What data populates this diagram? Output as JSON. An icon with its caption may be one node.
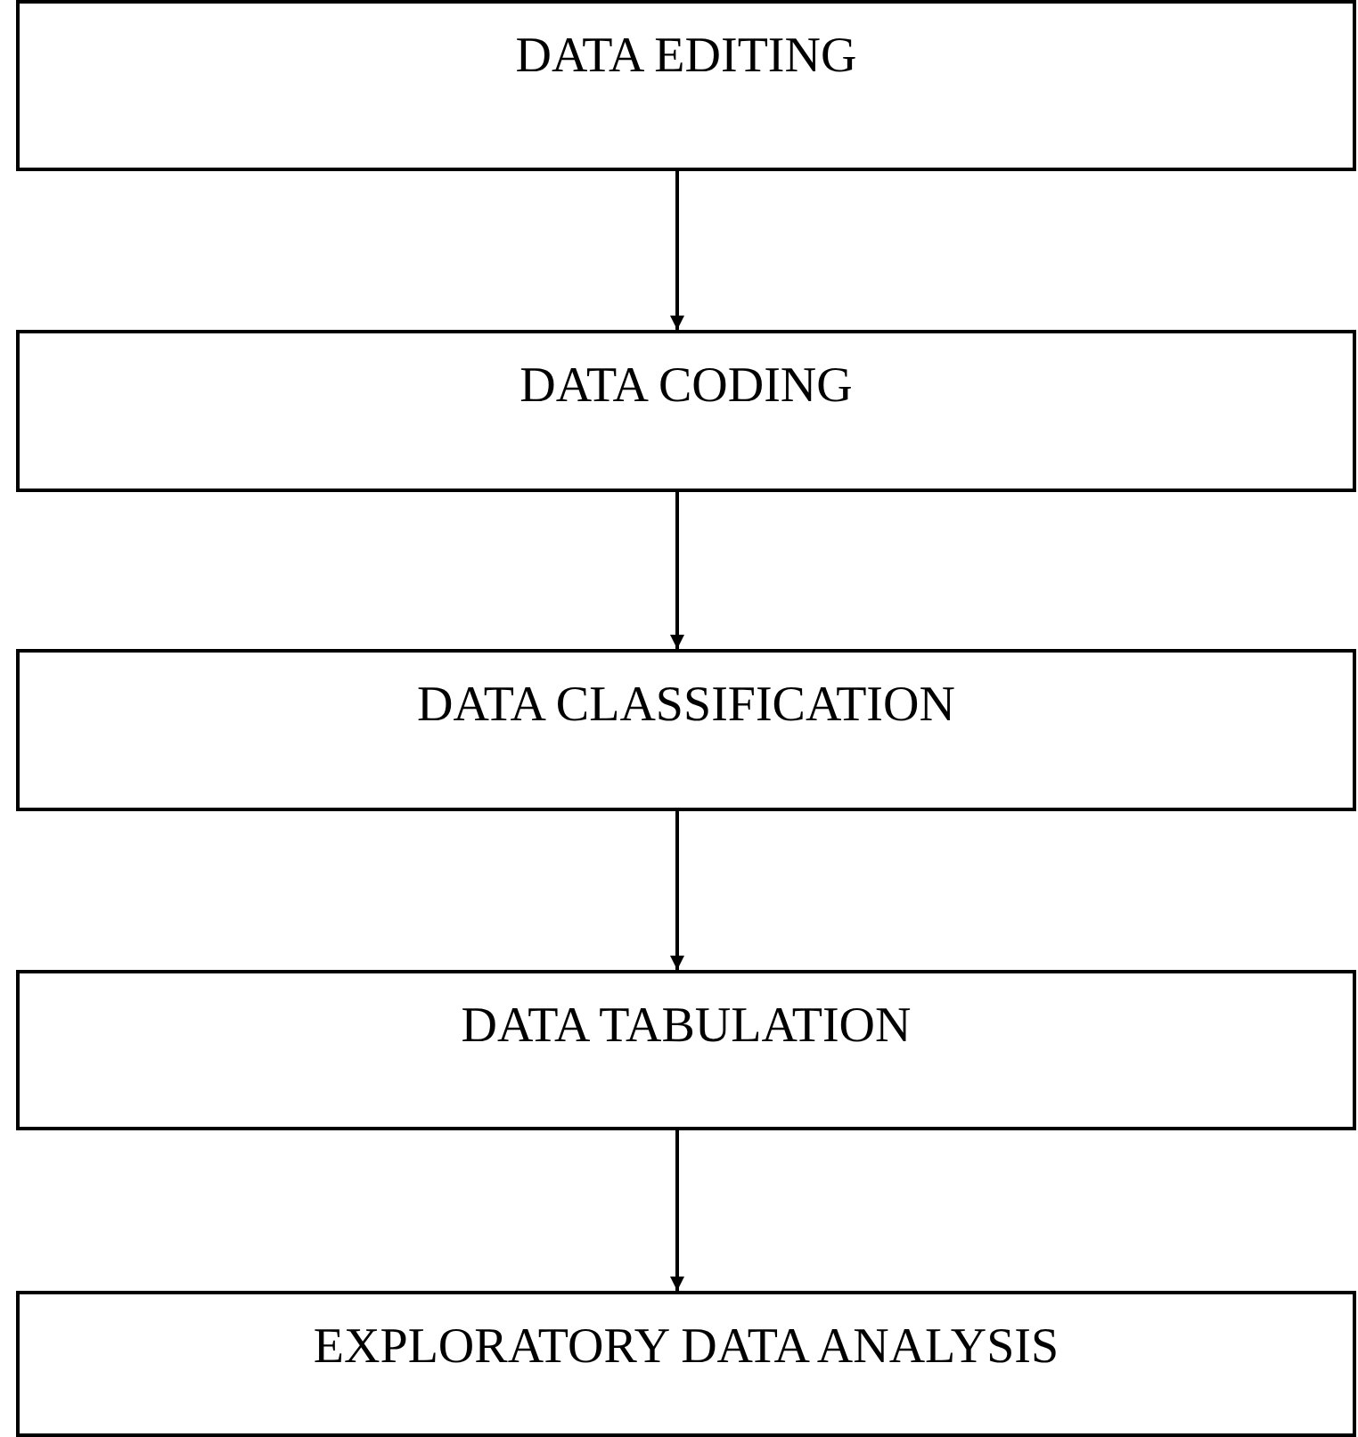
{
  "diagram": {
    "nodes": [
      {
        "text": [
          "DATA EDITING"
        ]
      },
      {
        "text": [
          "DATA CODING"
        ]
      },
      {
        "text": [
          "DATA CLASSIFICATION"
        ]
      },
      {
        "text": [
          "DATA TABULATION"
        ]
      },
      {
        "text": [
          "EXPLORATORY DATA ANALYSIS"
        ]
      }
    ],
    "edges": [
      {
        "from": 0,
        "to": 1,
        "arrow": "to"
      },
      {
        "from": 1,
        "to": 2,
        "arrow": "to"
      },
      {
        "from": 2,
        "to": 3,
        "arrow": "to"
      },
      {
        "from": 3,
        "to": 4,
        "arrow": "to"
      }
    ]
  }
}
